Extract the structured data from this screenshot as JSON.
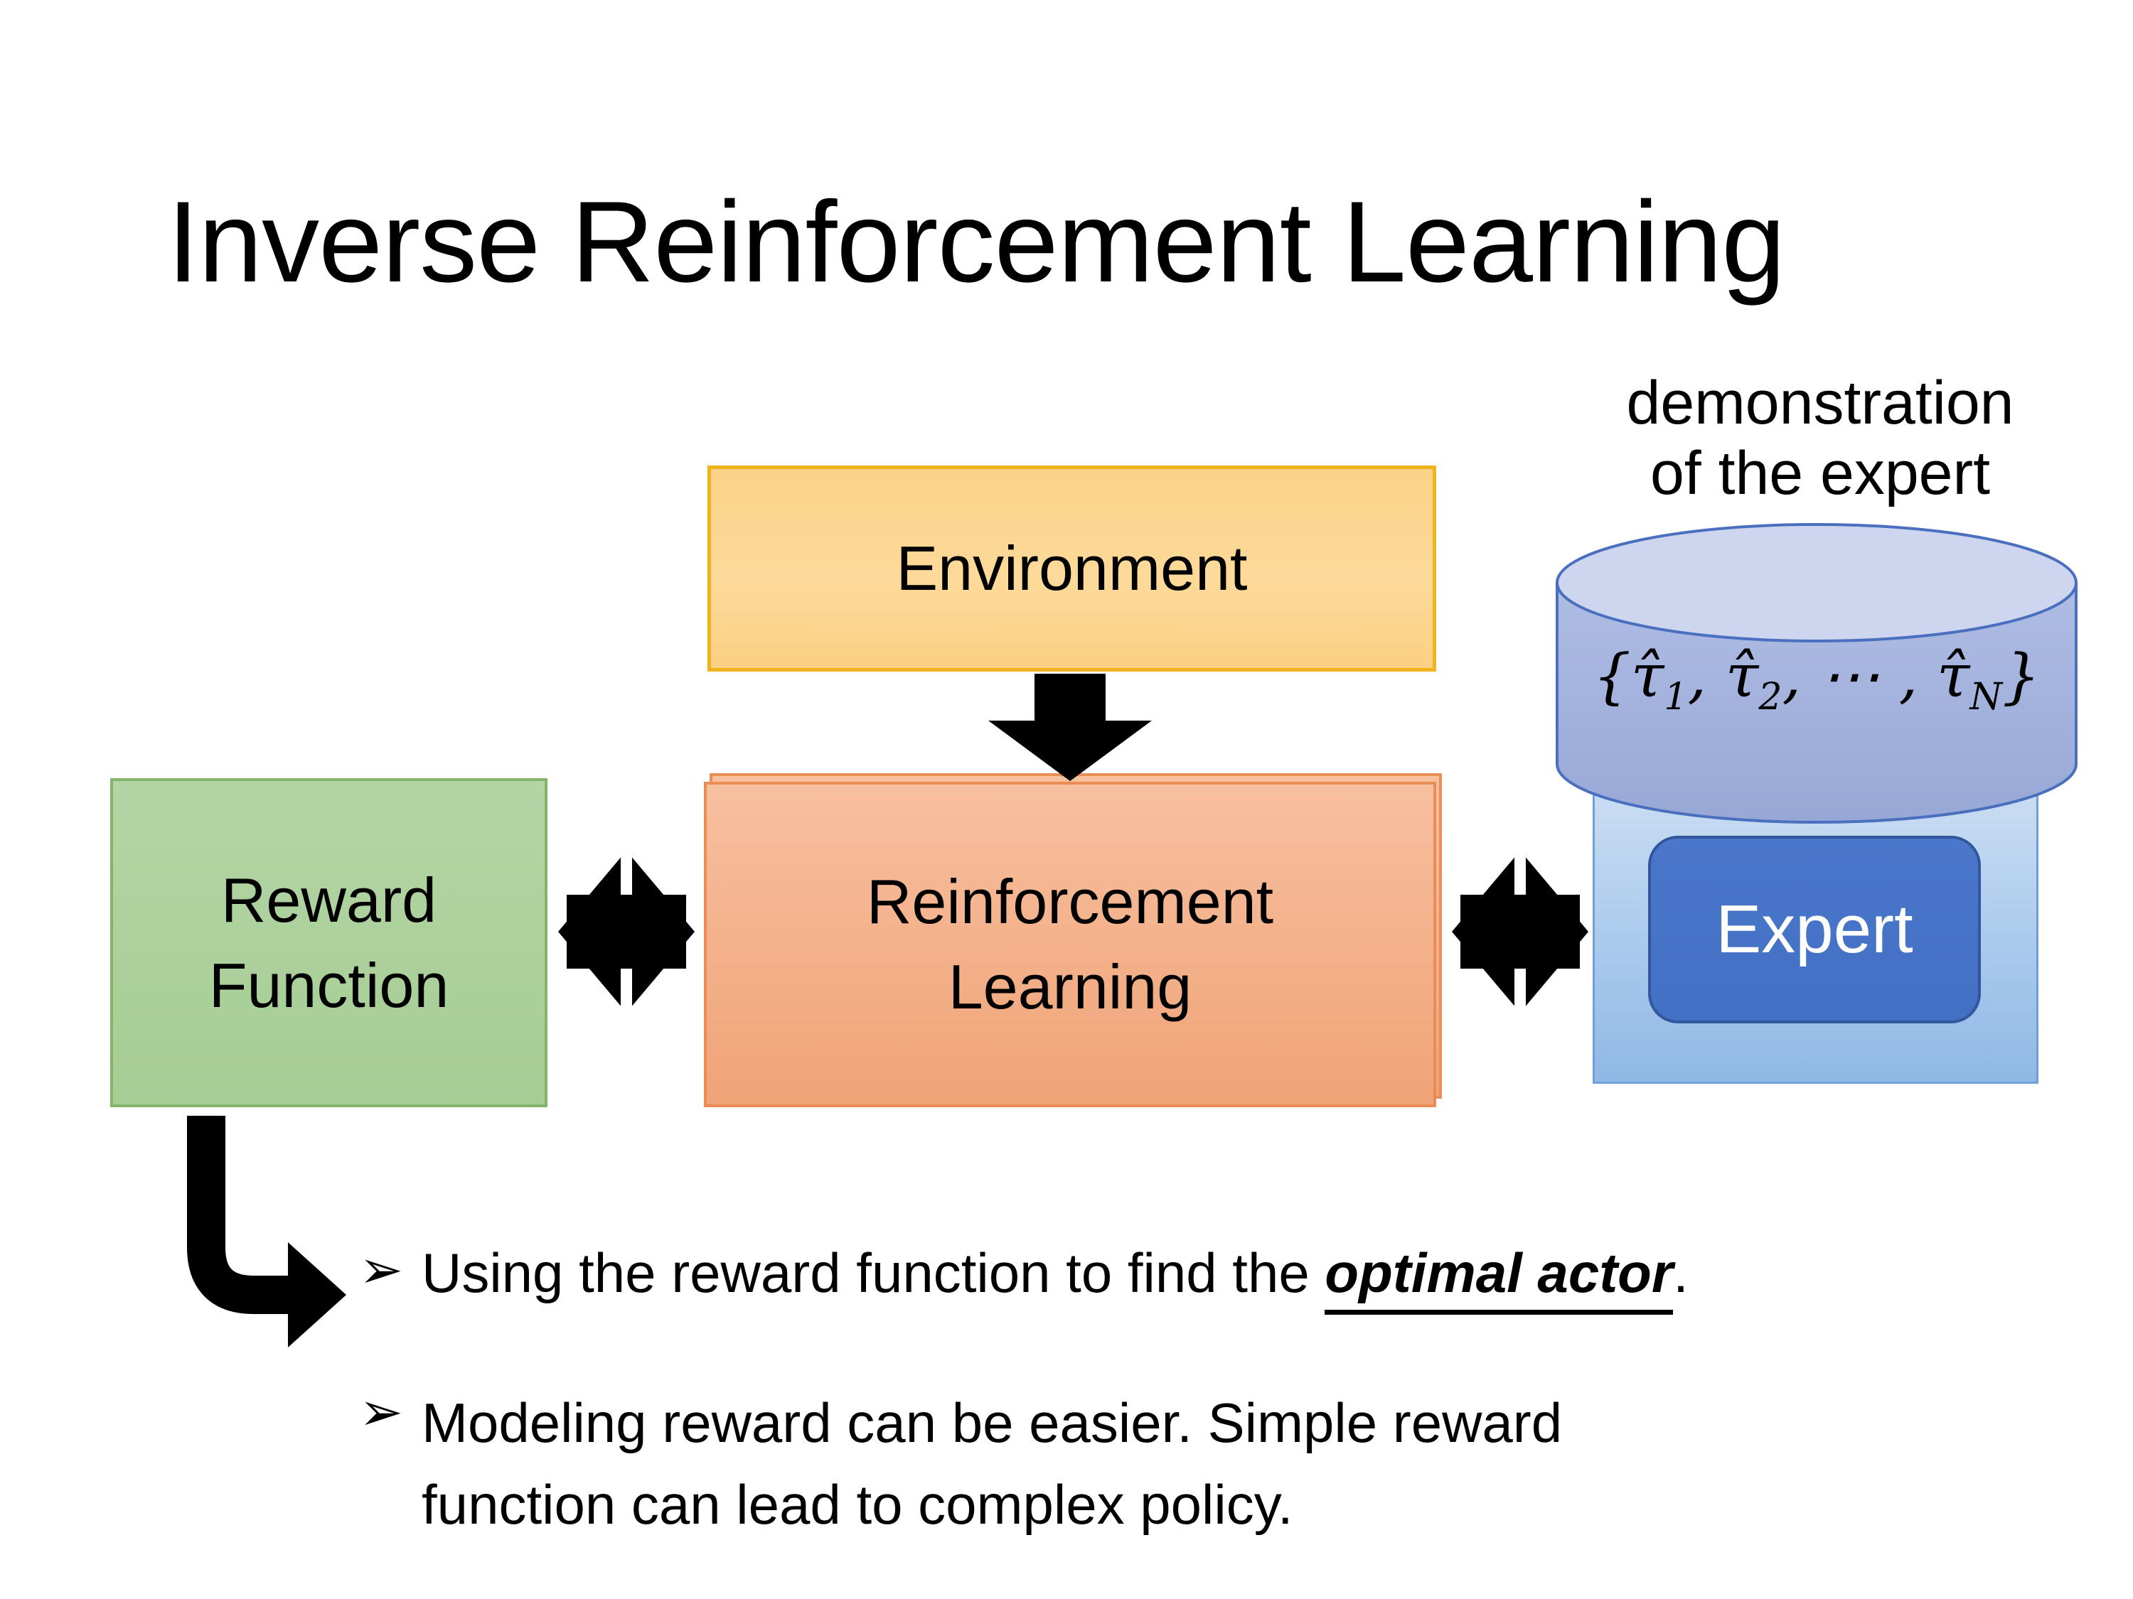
{
  "slide": {
    "title": "Inverse Reinforcement Learning",
    "background": "#FFFFFF"
  },
  "demonstration_caption": {
    "line1": "demonstration",
    "line2": "of the expert"
  },
  "trajectory_set": {
    "open_brace": "{",
    "tau1": "τ̂",
    "sub1": "1",
    "comma1": ", ",
    "tau2": "τ̂",
    "sub2": "2",
    "comma2": ", ⋯ , ",
    "tauN": "τ̂",
    "subN": "N",
    "close_brace": "}"
  },
  "boxes": {
    "environment": {
      "label": "Environment",
      "fill_top": "#FBD287",
      "fill_bottom": "#FBD083",
      "border": "#EFB41C"
    },
    "reward_function": {
      "line1": "Reward",
      "line2": "Function",
      "fill_top": "#B3D5A5",
      "fill_bottom": "#A6CD94",
      "border": "#83B568"
    },
    "reinforcement_learning": {
      "line1": "Reinforcement",
      "line2": "Learning",
      "fill_top": "#F7C09F",
      "fill_bottom": "#F0A377",
      "border": "#EA8C55"
    },
    "expert": {
      "label": "Expert",
      "fill": "#4472C4",
      "border": "#32579F",
      "text_color": "#FFFFFF",
      "container_fill_top": "#C9DDF2",
      "container_fill_bottom": "#8FB8E6",
      "container_border": "#6FA0D8"
    },
    "demonstration_database": {
      "body_top": "#AFBDE4",
      "body_bottom": "#98A8D6",
      "lid_fill": "#CDD6EE",
      "outline": "#4A6FBE"
    }
  },
  "arrows": {
    "color": "#000000"
  },
  "bullets": [
    {
      "marker": "➢",
      "pre": "Using the reward function to find the ",
      "emphasis": "optimal actor",
      "post": "."
    },
    {
      "marker": "➢",
      "line1": "Modeling reward can be easier. Simple reward",
      "line2": "function can lead to complex policy."
    }
  ]
}
